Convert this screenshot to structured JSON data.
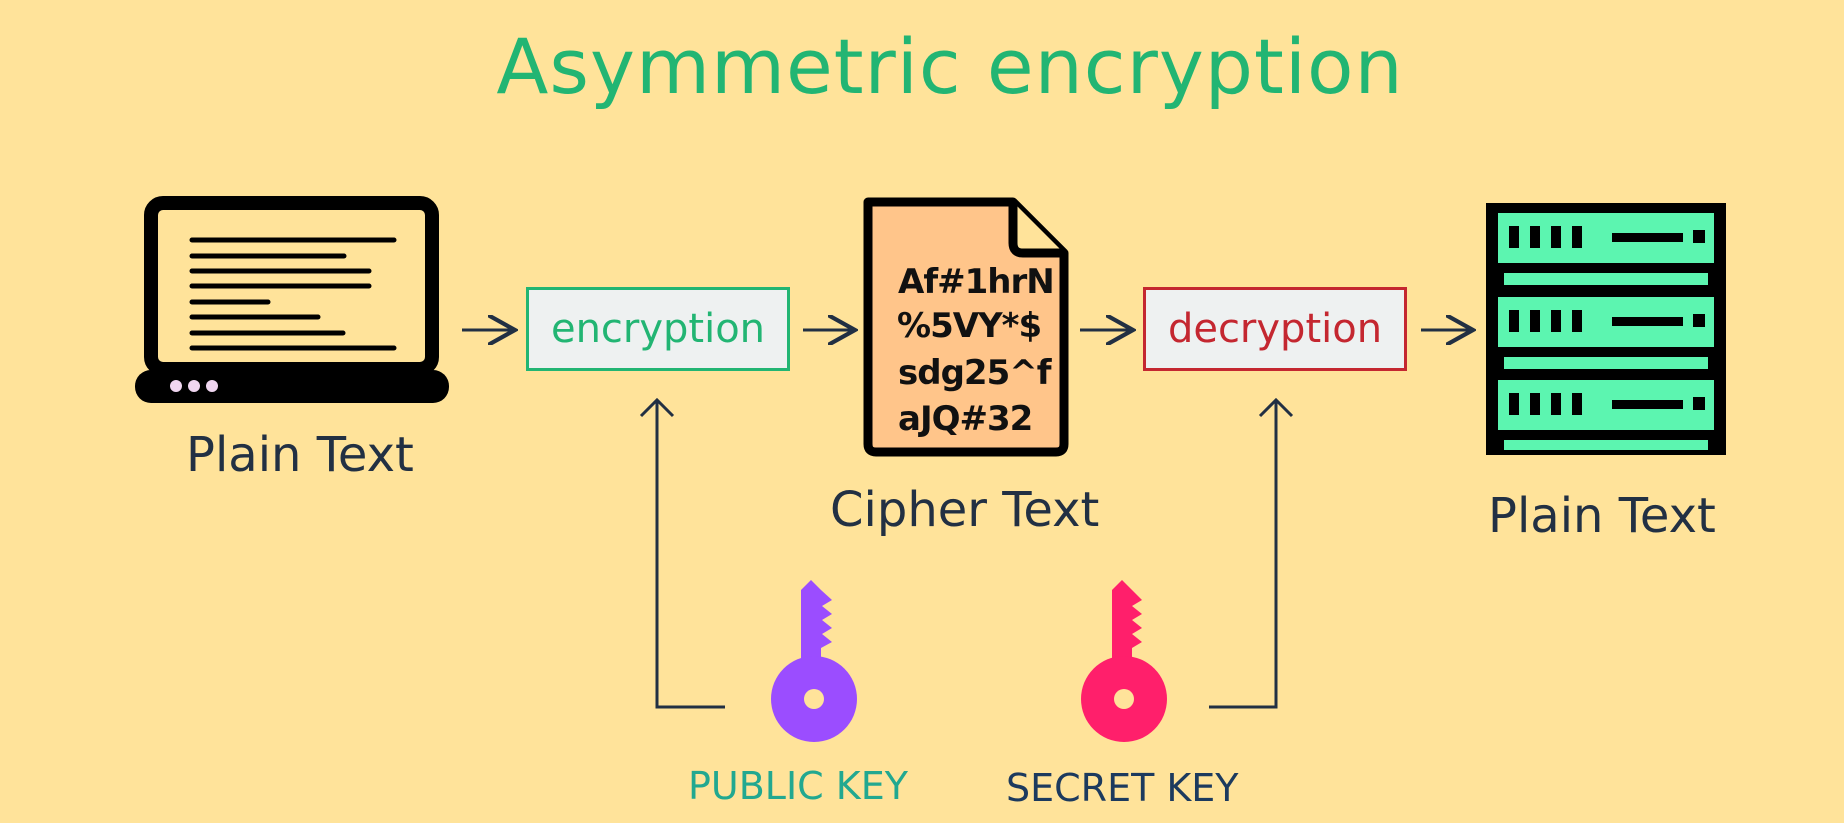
{
  "title": "Asymmetric encryption",
  "labels": {
    "plain_text_left": "Plain Text",
    "cipher_text": "Cipher Text",
    "plain_text_right": "Plain Text"
  },
  "boxes": {
    "encryption": "encryption",
    "decryption": "decryption"
  },
  "cipher_lines": [
    "Af#1hrN",
    "%5VY*$",
    "sdg25^f",
    "aJQ#32"
  ],
  "keys": {
    "public": "PUBLIC KEY",
    "secret": "SECRET KEY"
  },
  "colors": {
    "background": "#FFE39A",
    "title": "#22B573",
    "encryption": "#22B573",
    "decryption": "#C42730",
    "public_key_icon": "#9B4DFF",
    "secret_key_icon": "#FF1F6B",
    "server": "#5CF5B0",
    "document": "#FFC58A",
    "text": "#223043"
  },
  "icons": {
    "laptop": "laptop-icon",
    "document": "document-icon",
    "server": "server-icon",
    "public_key": "key-icon",
    "secret_key": "key-icon"
  }
}
